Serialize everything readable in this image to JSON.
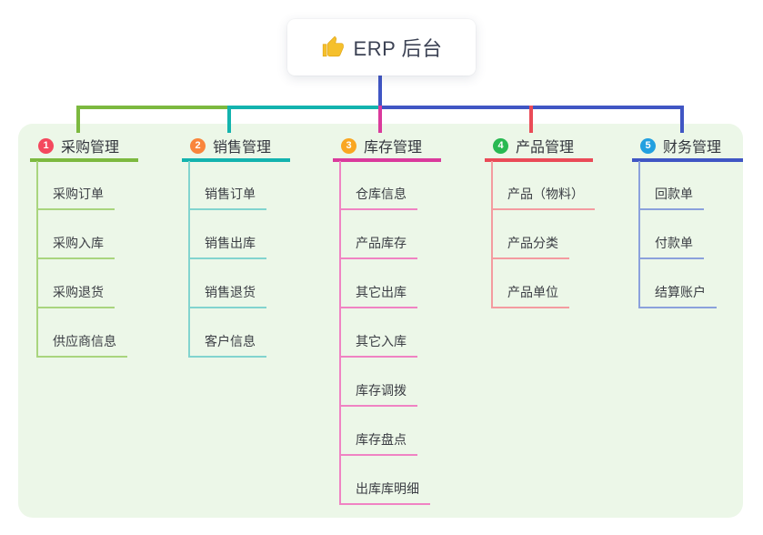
{
  "root": {
    "title": "ERP 后台",
    "icon": "thumbs-up-icon",
    "icon_color": "#f5c02c"
  },
  "colors": {
    "trunk_blue": "#4056c4",
    "panel_background": "#ecf7e8",
    "root_text": "#3c4254",
    "branch_text": "#33363d",
    "child_text": "#3b3e44"
  },
  "branches": [
    {
      "num": "1",
      "label": "采购管理",
      "badge_color": "#f4485e",
      "line_color": "#7cb93f",
      "child_line_color": "#a9d57e",
      "children": [
        "采购订单",
        "采购入库",
        "采购退货",
        "供应商信息"
      ]
    },
    {
      "num": "2",
      "label": "销售管理",
      "badge_color": "#f9853c",
      "line_color": "#13b3ae",
      "child_line_color": "#82d4cf",
      "children": [
        "销售订单",
        "销售出库",
        "销售退货",
        "客户信息"
      ]
    },
    {
      "num": "3",
      "label": "库存管理",
      "badge_color": "#f9a622",
      "line_color": "#da3a9c",
      "child_line_color": "#f083c3",
      "children": [
        "仓库信息",
        "产品库存",
        "其它出库",
        "其它入库",
        "库存调拨",
        "库存盘点",
        "出库库明细"
      ]
    },
    {
      "num": "4",
      "label": "产品管理",
      "badge_color": "#29b952",
      "line_color": "#ea4b57",
      "child_line_color": "#f49ba0",
      "children": [
        "产品（物料）",
        "产品分类",
        "产品单位"
      ]
    },
    {
      "num": "5",
      "label": "财务管理",
      "badge_color": "#22a0e0",
      "line_color": "#4056c4",
      "child_line_color": "#8ba1dc",
      "children": [
        "回款单",
        "付款单",
        "结算账户"
      ]
    }
  ]
}
